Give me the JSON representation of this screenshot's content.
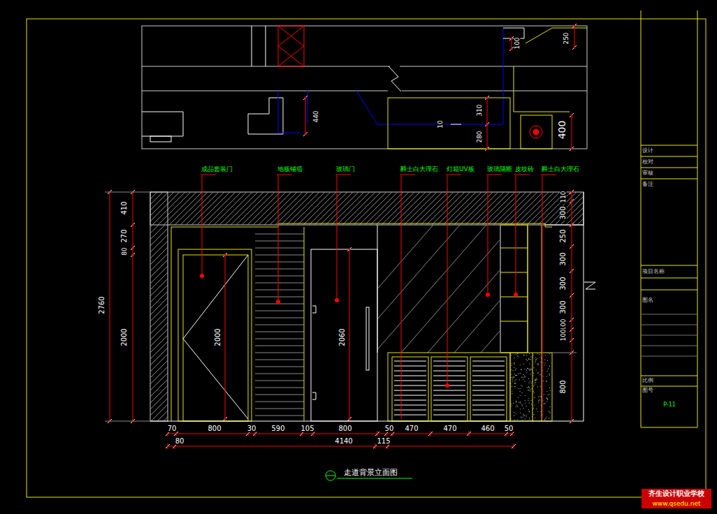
{
  "diagram": {
    "title": "走道背景立面图",
    "labels": [
      "成品套装门",
      "地板铺墙",
      "玻璃门",
      "爵士白大理石",
      "灯箱UV板",
      "玻璃隔断",
      "皮纹砖",
      "爵士白大理石",
      "250",
      "100",
      "440",
      "310",
      "10",
      "280",
      "400",
      "410",
      "270",
      "80",
      "2760",
      "2000",
      "2000",
      "2060",
      "70",
      "800",
      "30",
      "590",
      "105",
      "800",
      "50",
      "470",
      "470",
      "460",
      "50",
      "80",
      "4140",
      "115",
      "110",
      "300",
      "250",
      "300",
      "300",
      "300",
      "100",
      "100",
      "800",
      "设计",
      "校对",
      "审核",
      "备注",
      "项目名称",
      "图名",
      "比例",
      "图号",
      "P-11",
      "齐生设计职业学校",
      "www.qsedu.net"
    ]
  }
}
